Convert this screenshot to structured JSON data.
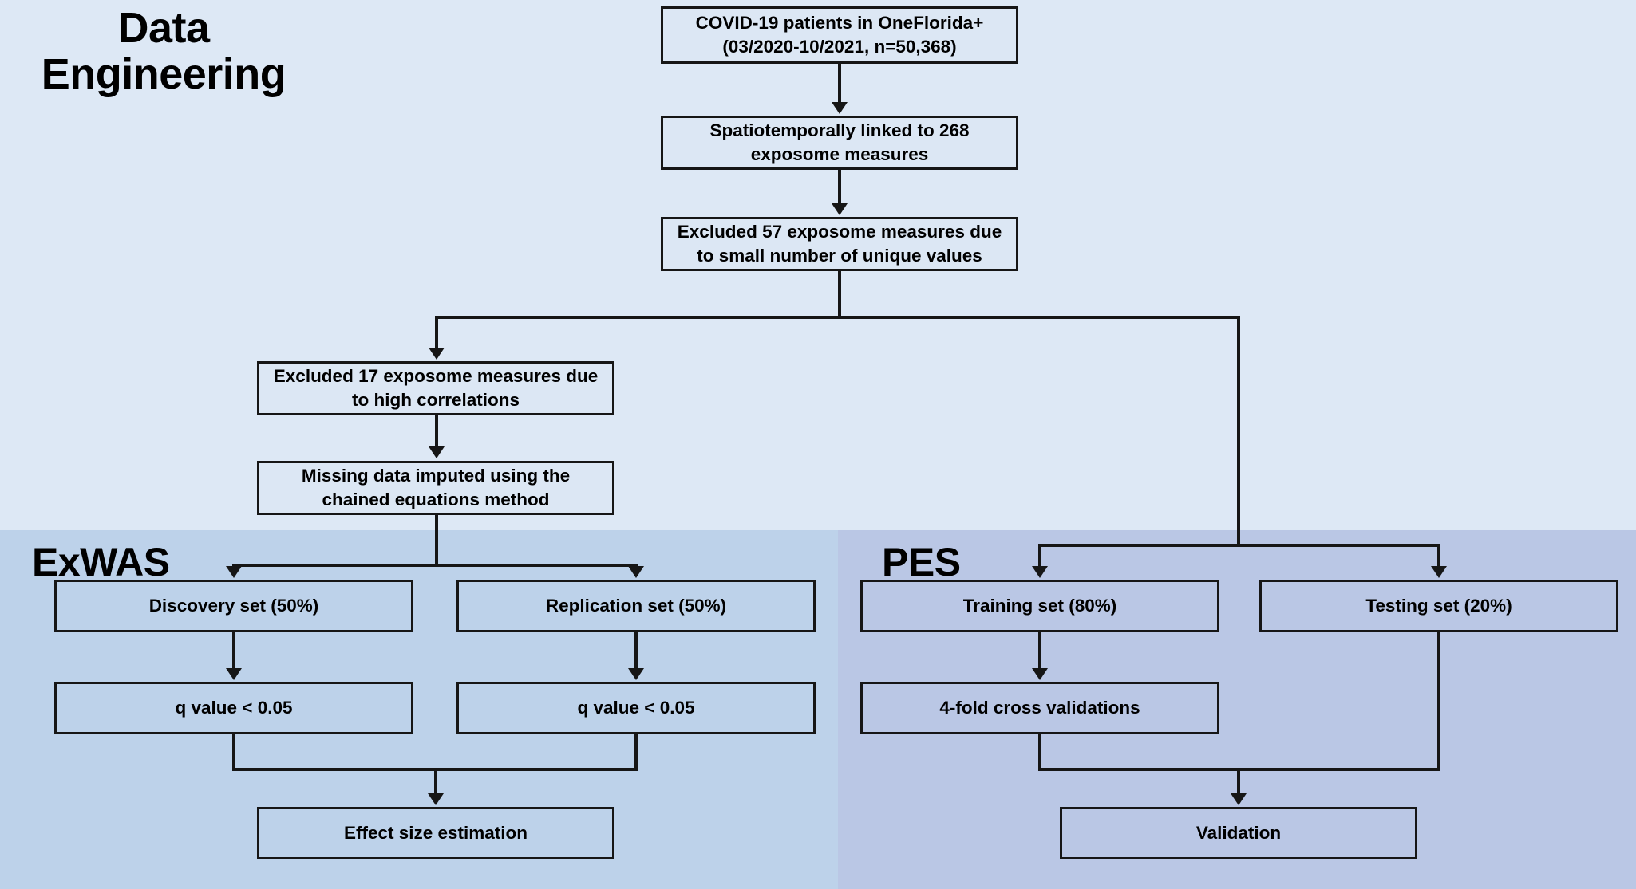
{
  "diagram": {
    "title_implicit": "Study design flowchart",
    "sections": [
      {
        "id": "data-engineering",
        "label": "Data\nEngineering",
        "bg_color": "#dde8f5"
      },
      {
        "id": "exwas",
        "label": "ExWAS",
        "bg_color": "#bdd2ea"
      },
      {
        "id": "pes",
        "label": "PES",
        "bg_color": "#bac7e5"
      }
    ],
    "node_border_color": "#161616",
    "connector_color": "#161616"
  },
  "nodes": {
    "cohort": "COVID-19 patients in OneFlorida+\n(03/2020-10/2021, n=50,368)",
    "linked": "Spatiotemporally linked to 268\nexposome measures",
    "excluded_57": "Excluded 57 exposome measures due\nto small number of unique values",
    "excluded_17": "Excluded 17 exposome measures due\nto high correlations",
    "imputed": "Missing data imputed using the\nchained equations method",
    "discovery_set": "Discovery set (50%)",
    "replication_set": "Replication set (50%)",
    "q_value_discovery": "q value < 0.05",
    "q_value_replication": "q value < 0.05",
    "effect_size": "Effect size estimation",
    "training_set": "Training set (80%)",
    "testing_set": "Testing set (20%)",
    "cross_validation": "4-fold cross validations",
    "validation": "Validation"
  }
}
